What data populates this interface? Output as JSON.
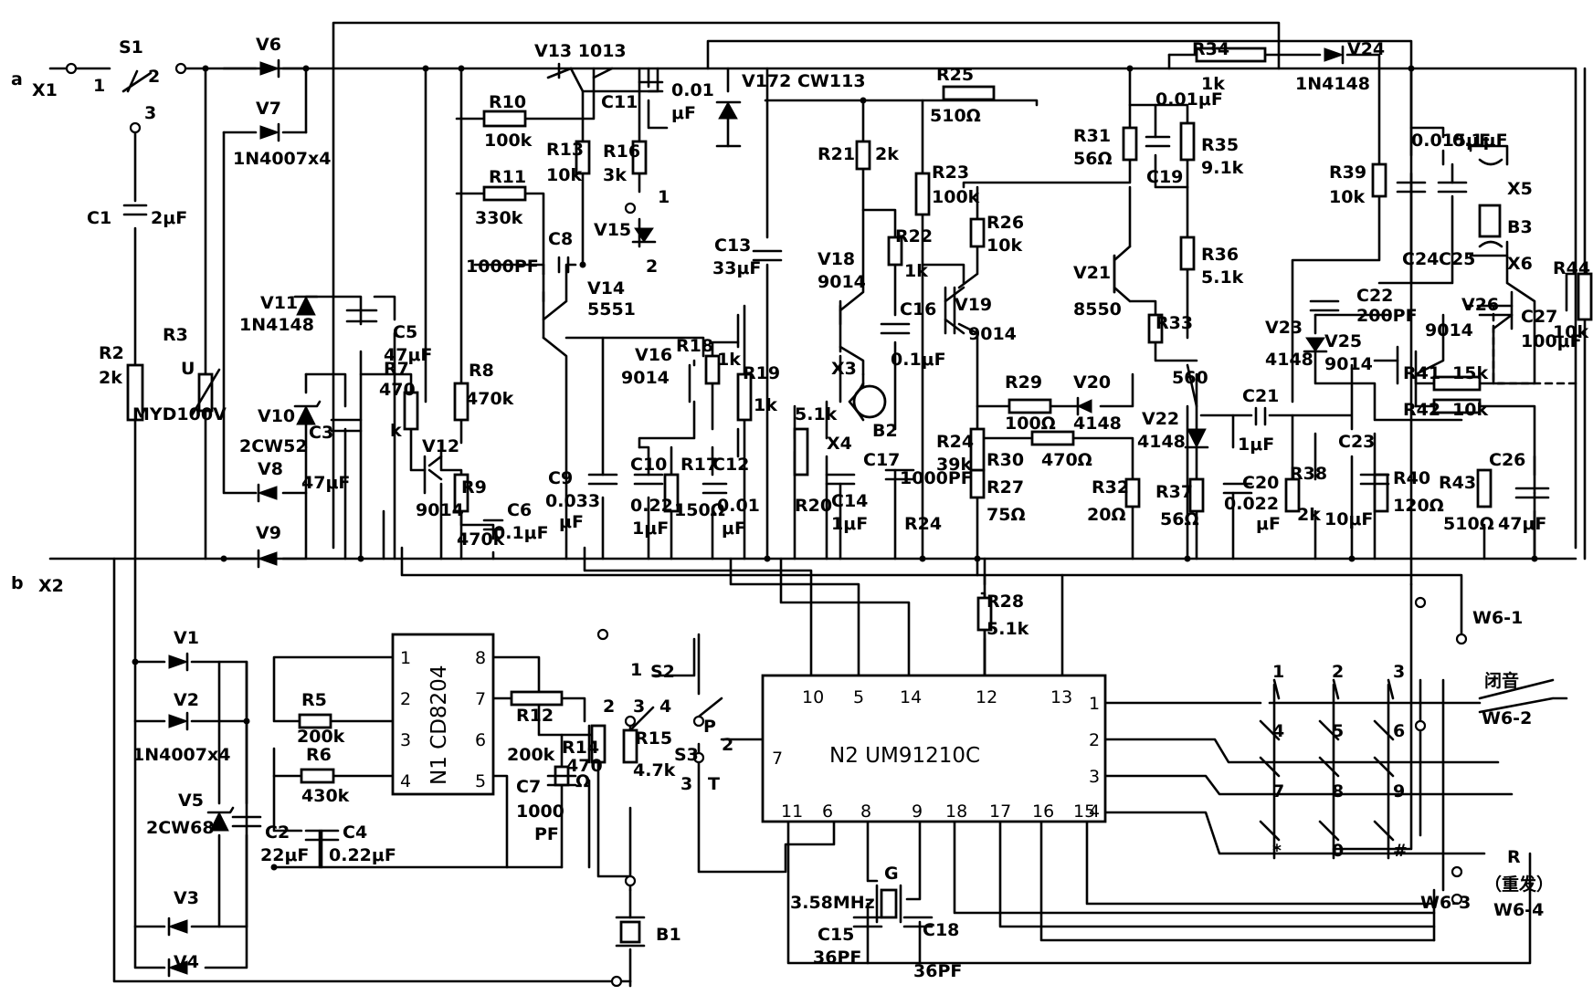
{
  "terminals": {
    "a": "a",
    "x1": "X1",
    "b": "b",
    "x2": "X2"
  },
  "switches": {
    "s1": "S1",
    "s1_p1": "1",
    "s1_p2": "2",
    "s1_p3": "3",
    "s2": "S2",
    "s3": "S3",
    "s3_p": "P",
    "s3_t": "T",
    "s3_2": "2",
    "s3_3": "3",
    "s2_1": "1",
    "s2_2": "2",
    "s2_3": "3",
    "s2_4": "4"
  },
  "parts": {
    "c1": "C1",
    "c1v": "2μF",
    "r2": "R2",
    "r2v": "2k",
    "r3": "R3",
    "r3v": "MYD100V",
    "r3u": "U",
    "v6": "V6",
    "v7": "V7",
    "v7v": "1N4007x4",
    "v11": "V11",
    "v11v": "1N4148",
    "c5": "C5",
    "c5v": "47μF",
    "v10": "V10",
    "v10v": "2CW52",
    "c3": "C3",
    "c3v": "47μF",
    "v8": "V8",
    "v9": "V9",
    "r7": "R7",
    "r7v": "470",
    "r7k": "k",
    "v12": "V12",
    "v12v": "9014",
    "r8": "R8",
    "r8v": "470k",
    "r9": "R9",
    "r9v": "470k",
    "c6": "C6",
    "c6v": "0.1μF",
    "r10": "R10",
    "r10v": "100k",
    "r11": "R11",
    "r11v": "330k",
    "c8": "C8",
    "c8v": "1000PF",
    "v13": "V13 1013",
    "c11": "C11",
    "c11v1": "0.01",
    "c11v2": "μF",
    "r13": "R13",
    "r13v": "10k",
    "r16": "R16",
    "r16v": "3k",
    "v15": "V15",
    "v15n1": "1",
    "v15n2": "2",
    "v14": "V14",
    "v14v": "5551",
    "v172": "V172 CW113",
    "c13": "C13",
    "c13v": "33μF",
    "v16": "V16",
    "v16v": "9014",
    "r18": "R18",
    "r18v": "1k",
    "r19": "R19",
    "r19v": "1k",
    "c9": "C9",
    "c9v1": "0.033",
    "c9v2": "μF",
    "c10": "C10",
    "c10v1": "0.22",
    "c10v2": "1μF",
    "r17": "R17",
    "r17v": "150Ω",
    "c12": "C12",
    "c12v1": "0.01",
    "c12v2": "μF",
    "r25": "R25",
    "r25v": "510Ω",
    "r21": "R21",
    "r21v": "2k",
    "r23": "R23",
    "r23v": "100k",
    "r22": "R22",
    "r22v": "1k",
    "c16": "C16",
    "c16v": "0.1μF",
    "v18": "V18",
    "v18v": "9014",
    "x3": "X3",
    "b2": "B2",
    "x4": "X4",
    "r20": "R20",
    "r20v": "5.1k",
    "c14": "C14",
    "c14v": "1μF",
    "c17": "C17",
    "c17v": "1000PF",
    "r24": "R24",
    "r24v": "39k",
    "r24b": "R24",
    "r26": "R26",
    "r26v": "10k",
    "v19": "V19",
    "v19v": "9014",
    "r31": "R31",
    "r31v": "56Ω",
    "c19": "C19",
    "c19v": "0.01μF",
    "r35": "R35",
    "r35v": "9.1k",
    "v21": "V21",
    "v21v": "8550",
    "r36": "R36",
    "r36v": "5.1k",
    "r29": "R29",
    "r29v": "100Ω",
    "v20": "V20",
    "v20v": "4148",
    "r30": "R30",
    "r30v": "470Ω",
    "r27": "R27",
    "r27v": "75Ω",
    "r32": "R32",
    "r32v": "20Ω",
    "r33": "R33",
    "r33v": "560",
    "v22": "V22",
    "v22v": "4148",
    "r37": "R37",
    "r37v": "56Ω",
    "r28": "R28",
    "r28v": "5.1k",
    "r34": "R34",
    "r34v": "1k",
    "v24": "V24",
    "v24v": "1N4148",
    "r39": "R39",
    "r39v": "10k",
    "c24": "C24",
    "c24v": "0.015μF",
    "c25": "C25",
    "c25v": "0.1μF",
    "x5": "X5",
    "b3": "B3",
    "x6": "X6",
    "r44": "R44",
    "r44v": "10k",
    "v23": "V23",
    "v23v": "4148",
    "c22": "C22",
    "c22v": "200PF",
    "v26": "V26",
    "v26v": "9014",
    "c27": "C27",
    "c27v": "100μF",
    "v25": "V25",
    "v25v": "9014",
    "r41": "R41",
    "r41v": "15k",
    "r42": "R42",
    "r42v": "10k",
    "c21": "C21",
    "c21v": "1μF",
    "c20": "C20",
    "c20v1": "0.022",
    "c20v2": "μF",
    "r38": "R38",
    "r38v": "2k",
    "c23": "C23",
    "c23v": "10μF",
    "r40": "R40",
    "r40v": "120Ω",
    "r43": "R43",
    "r43v": "510Ω",
    "c26": "C26",
    "c26v": "47μF",
    "v1": "V1",
    "v2": "V2",
    "v2v": "1N4007x4",
    "v5": "V5",
    "v5v": "2CW68",
    "c2": "C2",
    "c2v": "22μF",
    "c4": "C4",
    "c4v": "0.22μF",
    "v3": "V3",
    "v4": "V4",
    "r5": "R5",
    "r5v": "200k",
    "r6": "R6",
    "r6v": "430k",
    "r12": "R12",
    "r12v": "200k",
    "r14": "R14",
    "r14v1": "470",
    "r14v2": "Ω",
    "r15": "R15",
    "r15v": "4.7k",
    "c7": "C7",
    "c7v1": "1000",
    "c7v2": "PF",
    "b1": "B1",
    "g": "G",
    "gv": "3.58MHz",
    "c15": "C15",
    "c15v": "36PF",
    "c18": "C18",
    "c18v": "36PF"
  },
  "ic_n1": {
    "name": "N1 CD8204",
    "pins_left": [
      "1",
      "2",
      "3",
      "4"
    ],
    "pins_right": [
      "8",
      "7",
      "6",
      "5"
    ]
  },
  "ic_n2": {
    "name": "N2 UM91210C",
    "pins_top": [
      "10",
      "5",
      "14",
      "12",
      "13"
    ],
    "pin_left": "7",
    "pins_right": [
      "1",
      "2",
      "3",
      "4"
    ],
    "pins_bottom": [
      "11",
      "6",
      "8",
      "9",
      "18",
      "17",
      "16",
      "15"
    ]
  },
  "keypad": {
    "keys": [
      "1",
      "2",
      "3",
      "4",
      "5",
      "6",
      "7",
      "8",
      "9",
      "*",
      "0",
      "#"
    ],
    "r_label": "R",
    "redial": "（重发）"
  },
  "switch_labels": {
    "w61": "W6-1",
    "w62": "W6-2",
    "w63": "W6-3",
    "w64": "W6-4",
    "mute": "闭音"
  }
}
